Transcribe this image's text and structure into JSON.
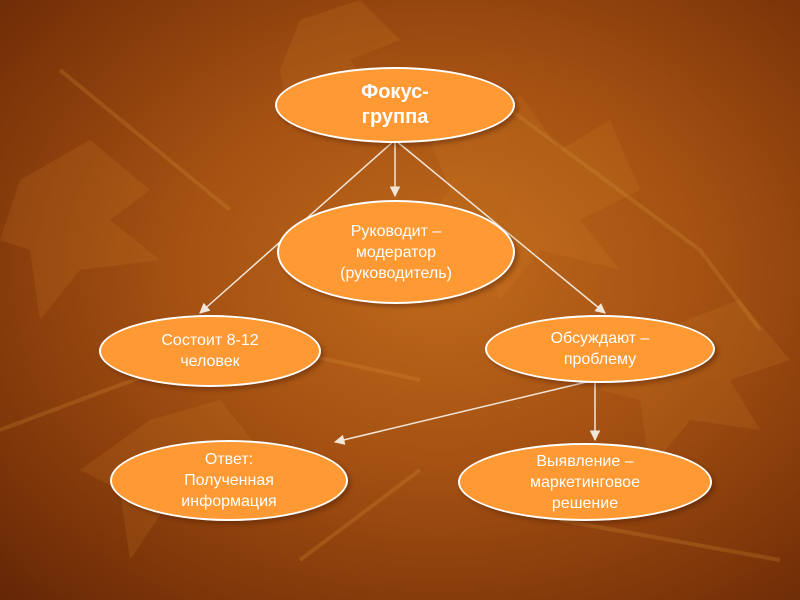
{
  "diagram": {
    "root": {
      "label": "Фокус-\nгруппа"
    },
    "nodes": [
      {
        "id": "moderator",
        "label": "Руководит –\nмодератор\n(руководитель)"
      },
      {
        "id": "size",
        "label": "Состоит 8-12\nчеловек"
      },
      {
        "id": "discuss",
        "label": "Обсуждают –\nпроблему"
      },
      {
        "id": "answer",
        "label": "Ответ:\nПолученная\nинформация"
      },
      {
        "id": "decision",
        "label": "Выявление –\nмаркетинговое\nрешение"
      }
    ],
    "edges": [
      {
        "from": "root",
        "to": "moderator"
      },
      {
        "from": "root",
        "to": "size"
      },
      {
        "from": "root",
        "to": "discuss"
      },
      {
        "from": "discuss",
        "to": "answer"
      },
      {
        "from": "discuss",
        "to": "decision"
      }
    ],
    "colors": {
      "node_fill": "#ff9933",
      "node_border": "#ffffff",
      "text": "#ffffff",
      "connector": "#f2e6d8",
      "background": "#a24f12"
    }
  }
}
